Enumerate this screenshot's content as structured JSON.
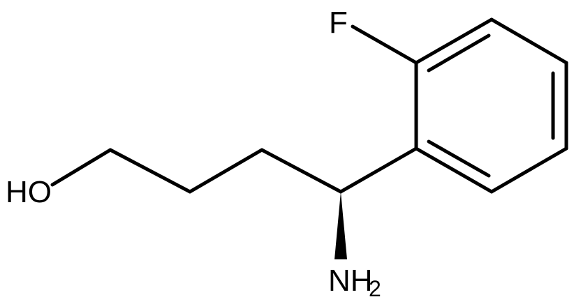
{
  "molecule": {
    "atoms": {
      "hydroxyl": "HO",
      "fluorine": "F",
      "amine_main": "NH",
      "amine_subscript": "2"
    }
  }
}
